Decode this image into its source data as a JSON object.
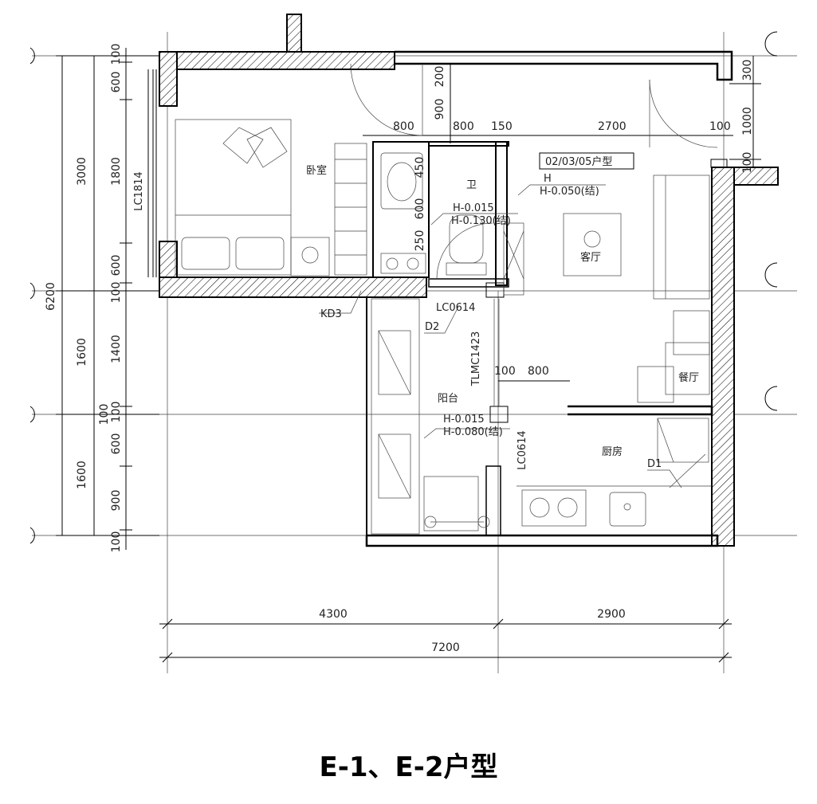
{
  "caption": "E-1、E-2户型",
  "unit_type_tag": "02/03/05户型",
  "rooms": {
    "bedroom": "卧室",
    "bath": "卫",
    "living": "客厅",
    "balcony": "阳台",
    "dining": "餐厅",
    "kitchen": "厨房"
  },
  "elevations": {
    "living_h": "H",
    "living_h2": "H-0.050(结)",
    "bath_h1": "H-0.015",
    "bath_h2": "H-0.130(结)",
    "balcony_h1": "H-0.015",
    "balcony_h2": "H-0.080(结)"
  },
  "openings": {
    "lc1814": "LC1814",
    "kd3": "KD3",
    "lc0614_top": "LC0614",
    "d2": "D2",
    "tlmc1423": "TLMC1423",
    "lc0614_side": "LC0614",
    "d1": "D1"
  },
  "dims_left_outer": [
    "3000",
    "6200",
    "1600",
    "1600"
  ],
  "dims_left_inner": [
    "100",
    "600",
    "1800",
    "600",
    "100",
    "1400",
    "100",
    "100",
    "600",
    "900",
    "100"
  ],
  "dims_top": [
    "800",
    "900",
    "800",
    "150",
    "2700",
    "100",
    "200"
  ],
  "dims_bath": [
    "450",
    "600",
    "250"
  ],
  "dims_right": [
    "300",
    "1000",
    "100"
  ],
  "dims_balcony": [
    "100",
    "800"
  ],
  "dims_bottom": [
    "4300",
    "2900",
    "7200"
  ]
}
